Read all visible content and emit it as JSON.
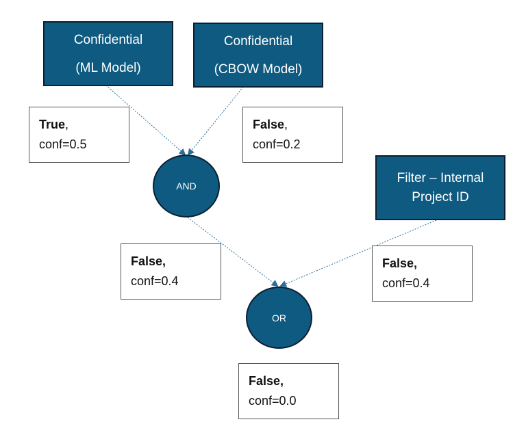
{
  "nodes": {
    "ml_model": {
      "line1": "Confidential",
      "line2": "(ML Model)"
    },
    "cbow_model": {
      "line1": "Confidential",
      "line2": "(CBOW Model)"
    },
    "filter": {
      "line1": "Filter – Internal",
      "line2": "Project ID"
    },
    "and_gate": {
      "label": "AND"
    },
    "or_gate": {
      "label": "OR"
    }
  },
  "edge_labels": {
    "ml_to_and": {
      "value": "True",
      "suffix": ",",
      "conf": "conf=0.5"
    },
    "cbow_to_and": {
      "value": "False",
      "suffix": ",",
      "conf": "conf=0.2"
    },
    "and_to_or": {
      "value": "False,",
      "suffix": "",
      "conf": "conf=0.4"
    },
    "filter_to_or": {
      "value": "False,",
      "suffix": "",
      "conf": "conf=0.4"
    },
    "or_output": {
      "value": "False,",
      "suffix": "",
      "conf": "conf=0.0"
    }
  },
  "colors": {
    "node_fill": "#0e5a80",
    "node_border": "#0a1f33",
    "edge": "#2d6e96"
  }
}
